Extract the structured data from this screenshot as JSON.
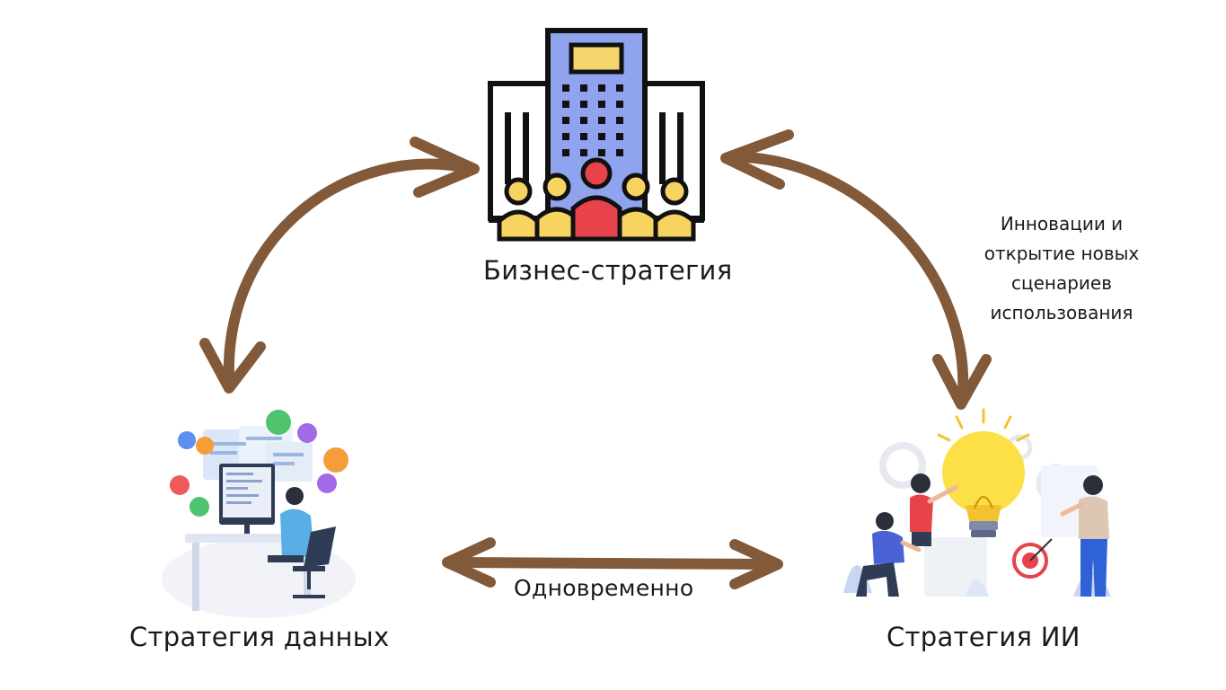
{
  "nodes": {
    "business": {
      "label": "Бизнес-стратегия",
      "icon": "office-building-team-icon"
    },
    "data": {
      "label": "Стратегия данных",
      "icon": "developer-workstation-illustration"
    },
    "ai": {
      "label": "Стратегия ИИ",
      "icon": "lightbulb-innovation-team-illustration"
    }
  },
  "edges": {
    "business_ai_note": [
      "Инновации и",
      "открытие новых",
      "сценариев",
      "использования"
    ],
    "data_ai_note": "Одновременно"
  },
  "colors": {
    "arrow": "#825a3a",
    "building": "#8fa3ee",
    "window": "#f3d56b",
    "person_yellow": "#f7d462",
    "person_red": "#e8424b",
    "bulb": "#fde048",
    "text": "#1b1b1b"
  }
}
